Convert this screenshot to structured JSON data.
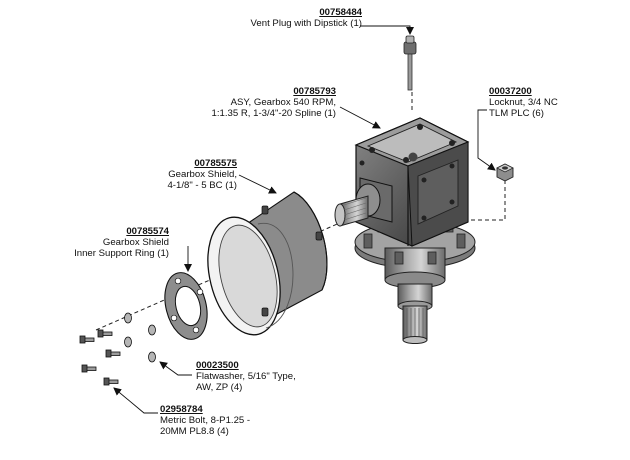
{
  "parts": {
    "vent_plug": {
      "part_number": "00758484",
      "line1": "Vent Plug with Dipstick (1)",
      "line2": ""
    },
    "gearbox": {
      "part_number": "00785793",
      "line1": "ASY, Gearbox 540 RPM,",
      "line2": "1:1.35 R, 1-3/4\"-20 Spline (1)"
    },
    "locknut": {
      "part_number": "00037200",
      "line1": "Locknut, 3/4 NC",
      "line2": "TLM PLC (6)"
    },
    "shield": {
      "part_number": "00785575",
      "line1": "Gearbox Shield,",
      "line2": "4-1/8\" - 5 BC (1)"
    },
    "support_ring": {
      "part_number": "00785574",
      "line1": "Gearbox Shield",
      "line2": "Inner Support Ring (1)"
    },
    "flatwasher": {
      "part_number": "00023500",
      "line1": "Flatwasher, 5/16\" Type,",
      "line2": "AW, ZP (4)"
    },
    "metric_bolt": {
      "part_number": "02958784",
      "line1": "Metric Bolt, 8-P1.25 -",
      "line2": "20MM PL8.8 (4)"
    }
  }
}
